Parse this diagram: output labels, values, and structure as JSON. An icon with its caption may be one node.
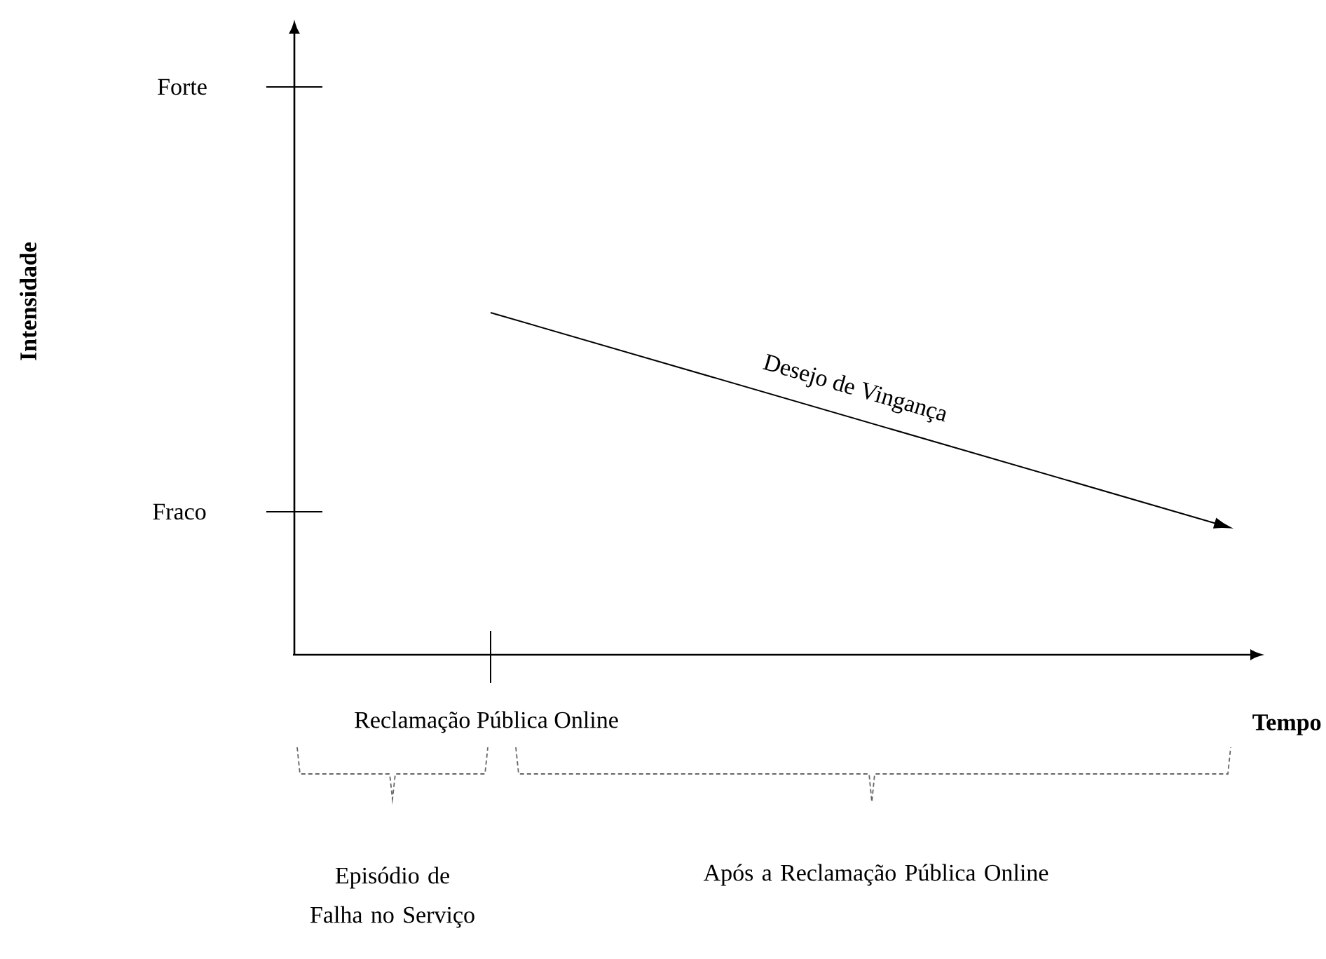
{
  "diagram": {
    "labels": [
      "Forte",
      "Fraco",
      "Intensidade",
      "Desejo de Vingança",
      "Reclamação Pública Online",
      "Tempo",
      "Episódio de Falha no Serviço",
      "Após a Reclamação Pública Online"
    ]
  }
}
